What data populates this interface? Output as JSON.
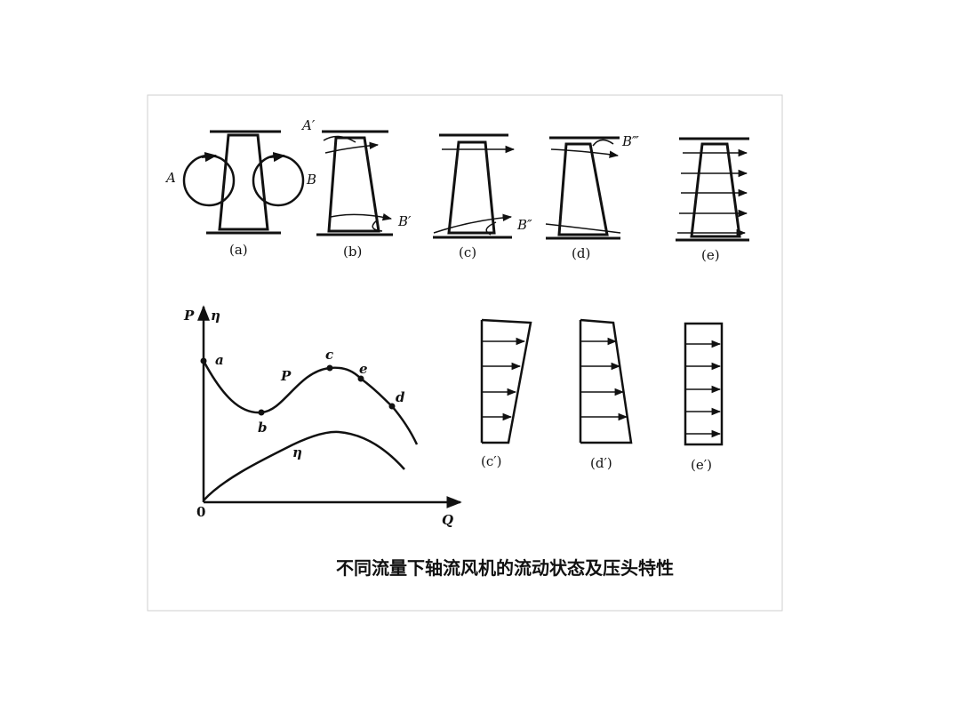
{
  "labels": {
    "a": "(a)",
    "b": "(b)",
    "c": "(c)",
    "d": "(d)",
    "e": "(e)",
    "cp": "(c′)",
    "dp": "(d′)",
    "ep": "(e′)"
  },
  "points": {
    "A": "A",
    "B": "B",
    "A1": "A′",
    "B1": "B′",
    "B2": "B″",
    "B3": "B‴"
  },
  "chart": {
    "axis_y1": "P",
    "axis_y2": "η",
    "axis_x": "Q",
    "origin": "0",
    "curve_p": "P",
    "curve_eta": "η",
    "pt_a": "a",
    "pt_b": "b",
    "pt_c": "c",
    "pt_d": "d",
    "pt_e": "e"
  },
  "caption": "不同流量下轴流风机的流动状态及压头特性"
}
